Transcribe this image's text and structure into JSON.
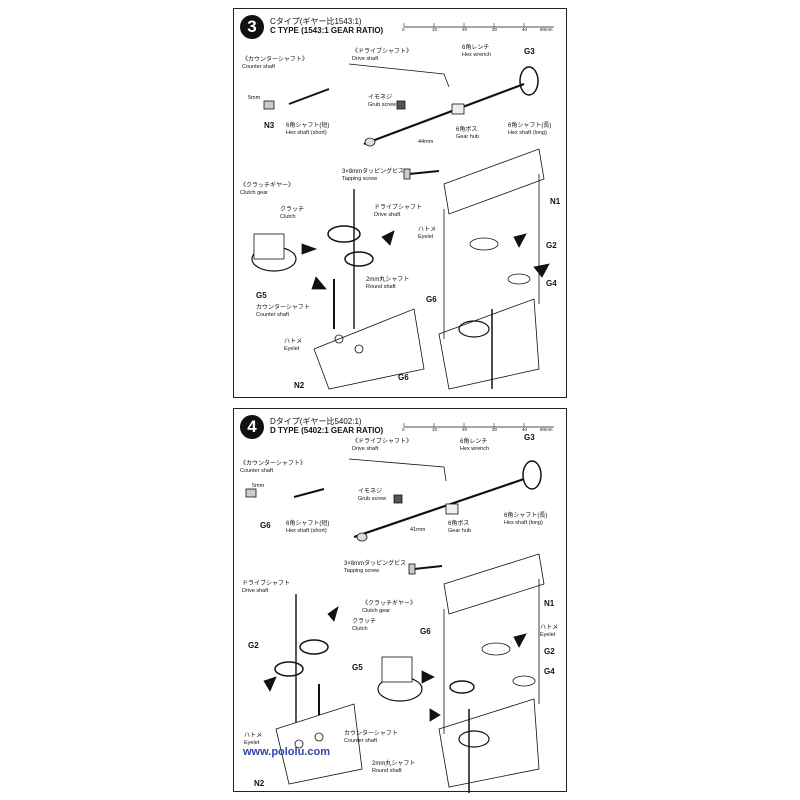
{
  "step3": {
    "number": "3",
    "title_jp": "Cタイプ(ギヤー比1543:1)",
    "title_en": "C TYPE (1543:1 GEAR RATIO)",
    "ruler": {
      "ticks": [
        "0",
        "10",
        "20",
        "30",
        "40",
        "50mm"
      ]
    },
    "labels": {
      "counter_shaft": {
        "jp": "《カウンターシャフト》",
        "en": "Counter shaft"
      },
      "drive_shaft": {
        "jp": "《ドライブシャフト》",
        "en": "Drive shaft"
      },
      "hex_wrench": {
        "jp": "6角レンチ",
        "en": "Hex wrench"
      },
      "grub_screw": {
        "jp": "イモネジ",
        "en": "Grub screw"
      },
      "gear_hub": {
        "jp": "6角ボス",
        "en": "Gear hub"
      },
      "hex_shaft_short": {
        "jp": "6角シャフト(短)",
        "en": "Hex shaft (short)"
      },
      "hex_shaft_long": {
        "jp": "6角シャフト(長)",
        "en": "Hex shaft (long)"
      },
      "tapping_screw": {
        "jp": "3×8mmタッピングビス",
        "en": "Tapping screw"
      },
      "clutch_gear": {
        "jp": "《クラッチギヤー》",
        "en": "Clutch gear"
      },
      "clutch": {
        "jp": "クラッチ",
        "en": "Clutch"
      },
      "drive_shaft2": {
        "jp": "ドライブシャフト",
        "en": "Drive shaft"
      },
      "eyelet": {
        "jp": "ハトメ",
        "en": "Eyelet"
      },
      "round_shaft": {
        "jp": "2mm丸シャフト",
        "en": "Round shaft"
      },
      "counter_shaft2": {
        "jp": "カウンターシャフト",
        "en": "Counter shaft"
      },
      "eyelet2": {
        "jp": "ハトメ",
        "en": "Eyelet"
      }
    },
    "dims": {
      "five_mm": "5mm",
      "forty_four": "44mm"
    },
    "parts": {
      "n3": "N3",
      "g3": "G3",
      "n1": "N1",
      "g2": "G2",
      "g4": "G4",
      "g5": "G5",
      "g6a": "G6",
      "g6b": "G6",
      "n2": "N2"
    }
  },
  "step4": {
    "number": "4",
    "title_jp": "Dタイプ(ギヤー比5402:1)",
    "title_en": "D TYPE (5402:1 GEAR RATIO)",
    "ruler": {
      "ticks": [
        "0",
        "10",
        "20",
        "30",
        "40",
        "50mm"
      ]
    },
    "labels": {
      "drive_shaft": {
        "jp": "《ドライブシャフト》",
        "en": "Drive shaft"
      },
      "hex_wrench": {
        "jp": "6角レンチ",
        "en": "Hex wrench"
      },
      "counter_shaft": {
        "jp": "《カウンターシャフト》",
        "en": "Counter shaft"
      },
      "grub_screw": {
        "jp": "イモネジ",
        "en": "Grub screw"
      },
      "hex_shaft_short": {
        "jp": "6角シャフト(短)",
        "en": "Hex shaft (short)"
      },
      "gear_hub": {
        "jp": "6角ボス",
        "en": "Gear hub"
      },
      "hex_shaft_long": {
        "jp": "6角シャフト(長)",
        "en": "Hex shaft (long)"
      },
      "tapping_screw": {
        "jp": "3×8mmタッピングビス",
        "en": "Tapping screw"
      },
      "drive_shaft2": {
        "jp": "ドライブシャフト",
        "en": "Drive shaft"
      },
      "clutch_gear": {
        "jp": "《クラッチギヤー》",
        "en": "Clutch gear"
      },
      "clutch": {
        "jp": "クラッチ",
        "en": "Clutch"
      },
      "eyelet": {
        "jp": "ハトメ",
        "en": "Eyelet"
      },
      "eyelet2": {
        "jp": "ハトメ",
        "en": "Eyelet"
      },
      "counter_shaft2": {
        "jp": "カウンターシャフト",
        "en": "Counter shaft"
      },
      "round_shaft": {
        "jp": "2mm丸シャフト",
        "en": "Round shaft"
      }
    },
    "dims": {
      "five_mm": "5mm",
      "forty_one": "41mm"
    },
    "parts": {
      "g3": "G3",
      "g6a": "G6",
      "n1": "N1",
      "g2a": "G2",
      "g6b": "G6",
      "g2b": "G2",
      "g4": "G4",
      "g5": "G5",
      "n2": "N2"
    }
  },
  "footer": {
    "site": "www.pololu.com"
  },
  "colors": {
    "ink": "#111111",
    "site_blue": "#3344aa"
  }
}
